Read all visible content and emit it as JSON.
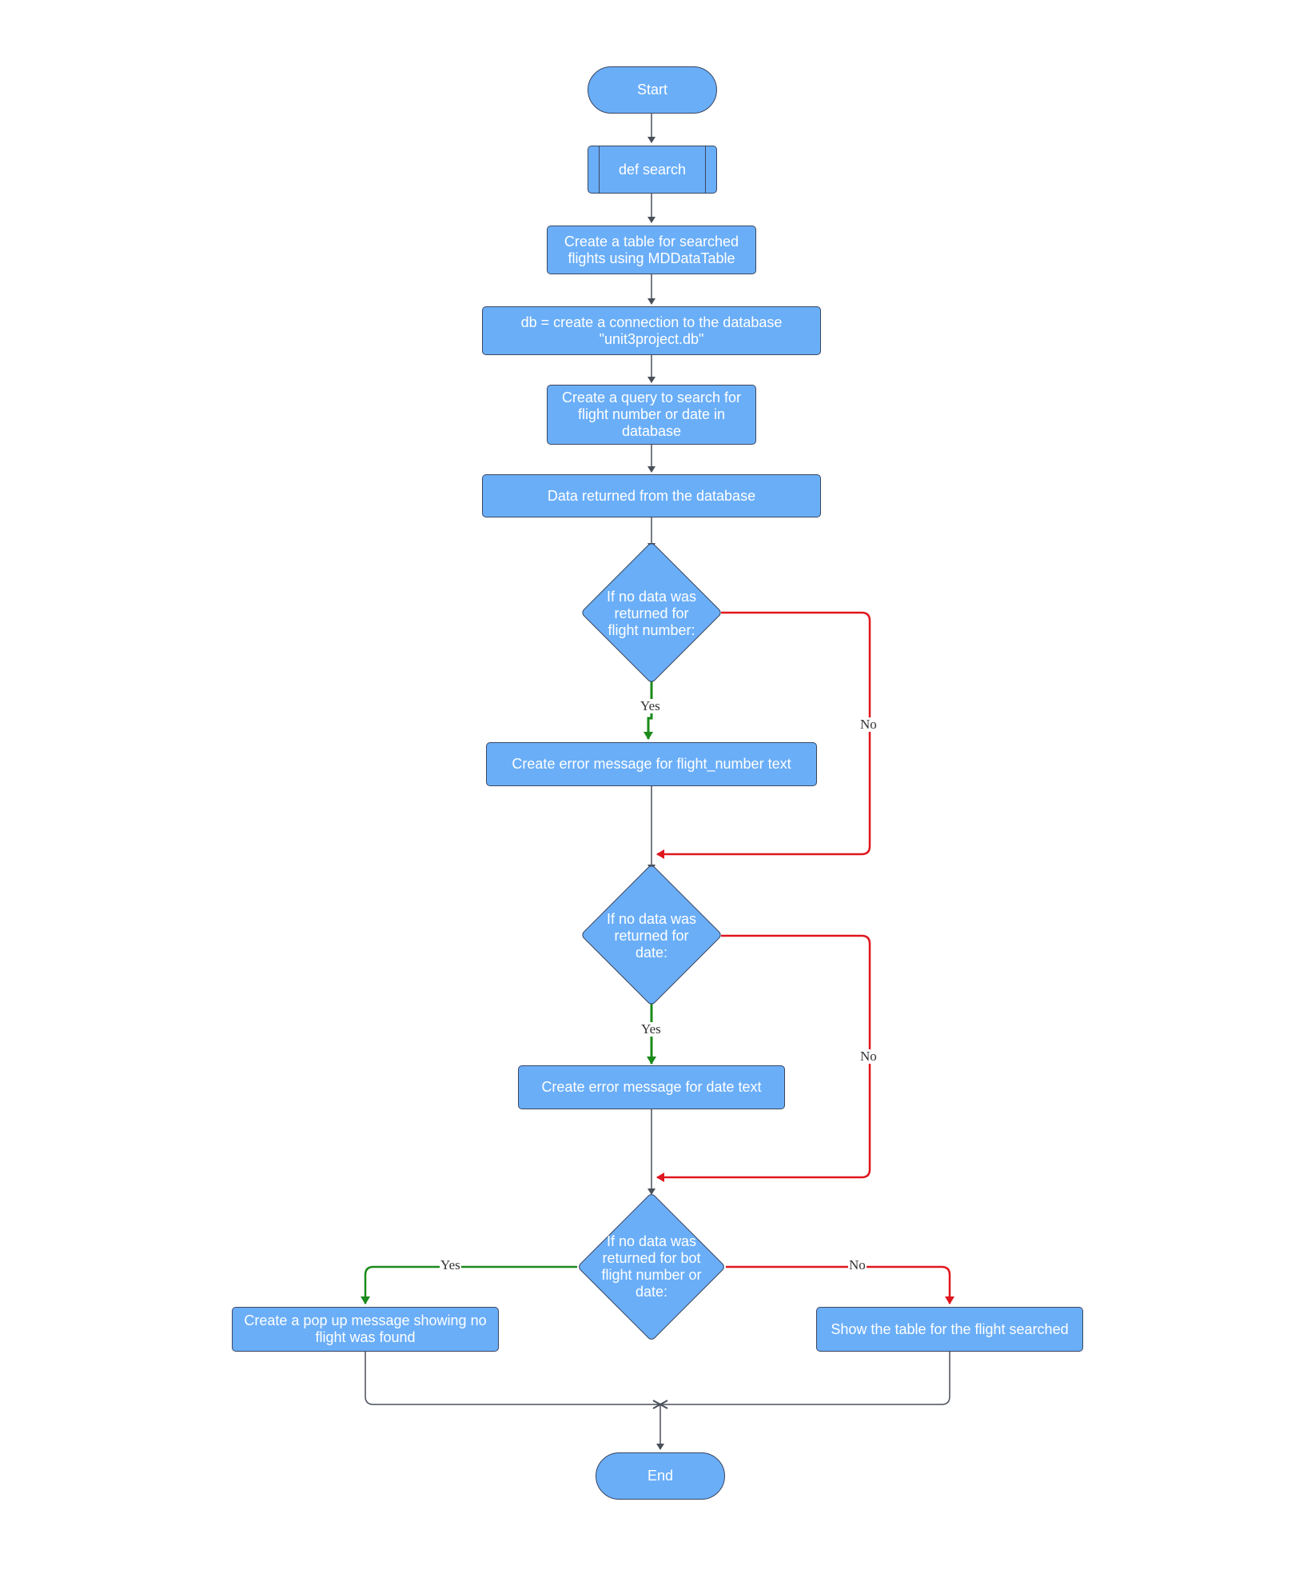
{
  "nodes": {
    "start": "Start",
    "def_search": "def search",
    "create_table": "Create a table for searched flights using MDDataTable",
    "db_connect": "db = create a connection to the database \"unit3project.db\"",
    "create_query": "Create a query to search for flight number or date in database",
    "data_returned": "Data returned from the database",
    "decision_flight": "If no data was returned for flight number:",
    "error_flight": "Create error message for flight_number text",
    "decision_date": "If no data was returned for date:",
    "error_date": "Create error message for date text",
    "decision_both": "If no data was returned for bot flight number or date:",
    "popup": "Create a pop up message showing no flight was found",
    "show_table": "Show the table for the flight searched",
    "end": "End"
  },
  "labels": {
    "yes_1": "Yes",
    "no_1": "No",
    "yes_2": "Yes",
    "no_2": "No",
    "yes_3": "Yes",
    "no_3": "No"
  },
  "colors": {
    "node_fill": "#6aaef8",
    "node_border": "#3a4660",
    "flow_line": "#4a4f5a",
    "yes_line": "#1a8a1a",
    "no_line": "#e0161e"
  }
}
